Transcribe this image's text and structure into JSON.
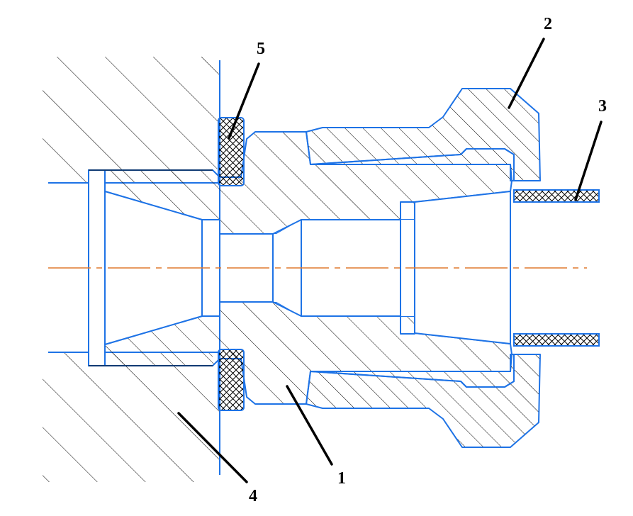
{
  "figure": {
    "callouts": [
      {
        "id": "1",
        "label": "1"
      },
      {
        "id": "2",
        "label": "2"
      },
      {
        "id": "3",
        "label": "3"
      },
      {
        "id": "4",
        "label": "4"
      },
      {
        "id": "5",
        "label": "5"
      }
    ]
  },
  "colors": {
    "outline": "#1e73e6",
    "hatch": "#000000",
    "centerline": "#e07a2e",
    "leader": "#000000",
    "background": "#ffffff"
  }
}
